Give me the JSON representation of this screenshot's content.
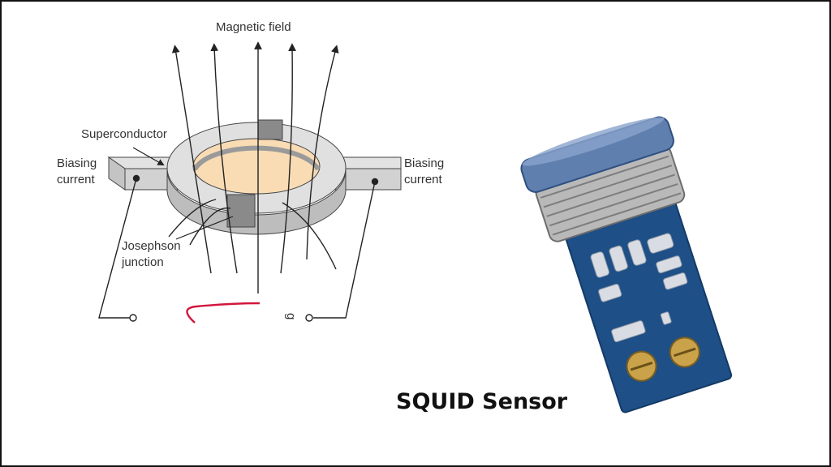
{
  "diagram": {
    "labels": {
      "magnetic_field": "Magnetic field",
      "superconductor": "Superconductor",
      "biasing_left_1": "Biasing",
      "biasing_left_2": "current",
      "biasing_right_1": "Biasing",
      "biasing_right_2": "current",
      "josephson_1": "Josephson",
      "josephson_2": "junction",
      "bottom_glyph": "g"
    },
    "colors": {
      "ring_top": "#e0e0e0",
      "ring_side": "#bdbdbd",
      "junction": "#8a8a8a",
      "hole": "#f9dcb4",
      "line": "#222222",
      "squiggle": "#d2163c"
    }
  },
  "photo": {
    "caption": "SQUID Sensor",
    "colors": {
      "pcb": "#1e4f86",
      "cap": "#5f7fae",
      "metal": "#b9b9b9",
      "pad": "#d9dde3",
      "screw": "#c9a24a"
    }
  }
}
